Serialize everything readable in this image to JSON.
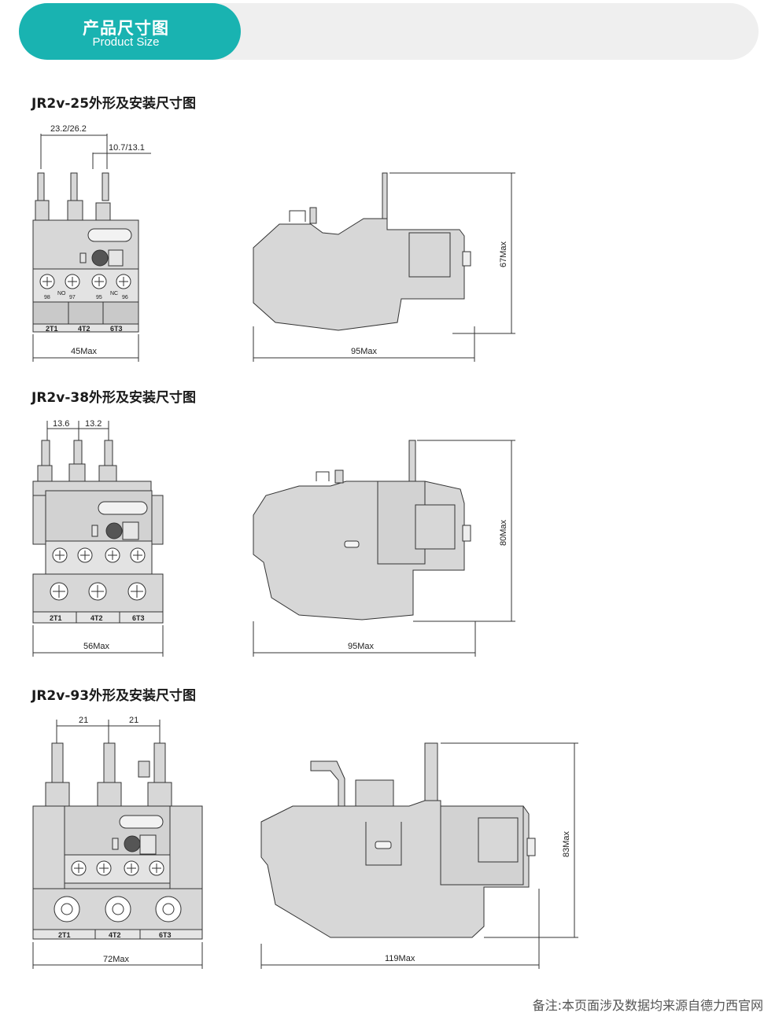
{
  "header": {
    "title_cn": "产品尺寸图",
    "title_en": "Product Size"
  },
  "colors": {
    "accent": "#19b3b1",
    "header_bg": "#efefef",
    "body_grey": "#d7d7d7",
    "terminal_grey": "#c9c9c9",
    "dial": "#555555"
  },
  "sections": [
    {
      "title": "JR2v-25外形及安装尺寸图",
      "front": {
        "dim_top_1": "23.2/26.2",
        "dim_top_2": "10.7/13.1",
        "dim_bottom": "45Max",
        "terminal_labels": [
          "2T1",
          "4T2",
          "6T3"
        ],
        "aux_labels": [
          "98",
          "NO",
          "97",
          "95",
          "NC",
          "96"
        ]
      },
      "side": {
        "dim_bottom": "95Max",
        "dim_height": "67Max"
      }
    },
    {
      "title": "JR2v-38外形及安装尺寸图",
      "front": {
        "dim_top_1": "13.6",
        "dim_top_2": "13.2",
        "dim_bottom": "56Max",
        "terminal_labels": [
          "2T1",
          "4T2",
          "6T3"
        ]
      },
      "side": {
        "dim_bottom": "95Max",
        "dim_height": "80Max"
      }
    },
    {
      "title": "JR2v-93外形及安装尺寸图",
      "front": {
        "dim_top_1": "21",
        "dim_top_2": "21",
        "dim_bottom": "72Max",
        "terminal_labels": [
          "2T1",
          "4T2",
          "6T3"
        ]
      },
      "side": {
        "dim_bottom": "119Max",
        "dim_height": "83Max"
      }
    }
  ],
  "footnote": "备注:本页面涉及数据均来源自德力西官网"
}
